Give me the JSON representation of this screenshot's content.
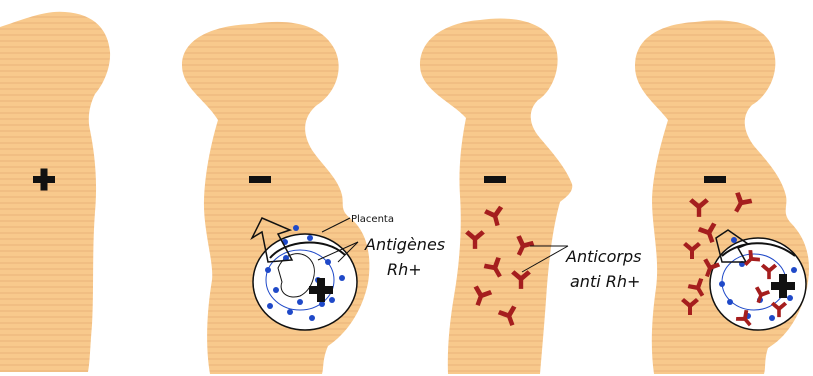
{
  "colors": {
    "skin": "#f8c98c",
    "skin_line": "#e9b47a",
    "blood_dot": "#1f49c8",
    "antibody": "#a51e1e",
    "sign": "#111111",
    "fetus_fill": "#ffffff"
  },
  "panels": [
    {
      "sign": "+",
      "sign_icon": "plus-sign-icon"
    },
    {
      "sign": "−",
      "sign_icon": "minus-sign-icon",
      "annotation_placenta": "Placenta",
      "annotation_antigens": "Antigènes",
      "annotation_antigens_type": "Rh+",
      "fetus_sign": "+"
    },
    {
      "sign": "−",
      "sign_icon": "minus-sign-icon",
      "annotation_antibodies": "Anticorps",
      "annotation_antibodies_type": "anti Rh+"
    },
    {
      "sign": "−",
      "sign_icon": "minus-sign-icon",
      "fetus_sign": "+"
    }
  ]
}
